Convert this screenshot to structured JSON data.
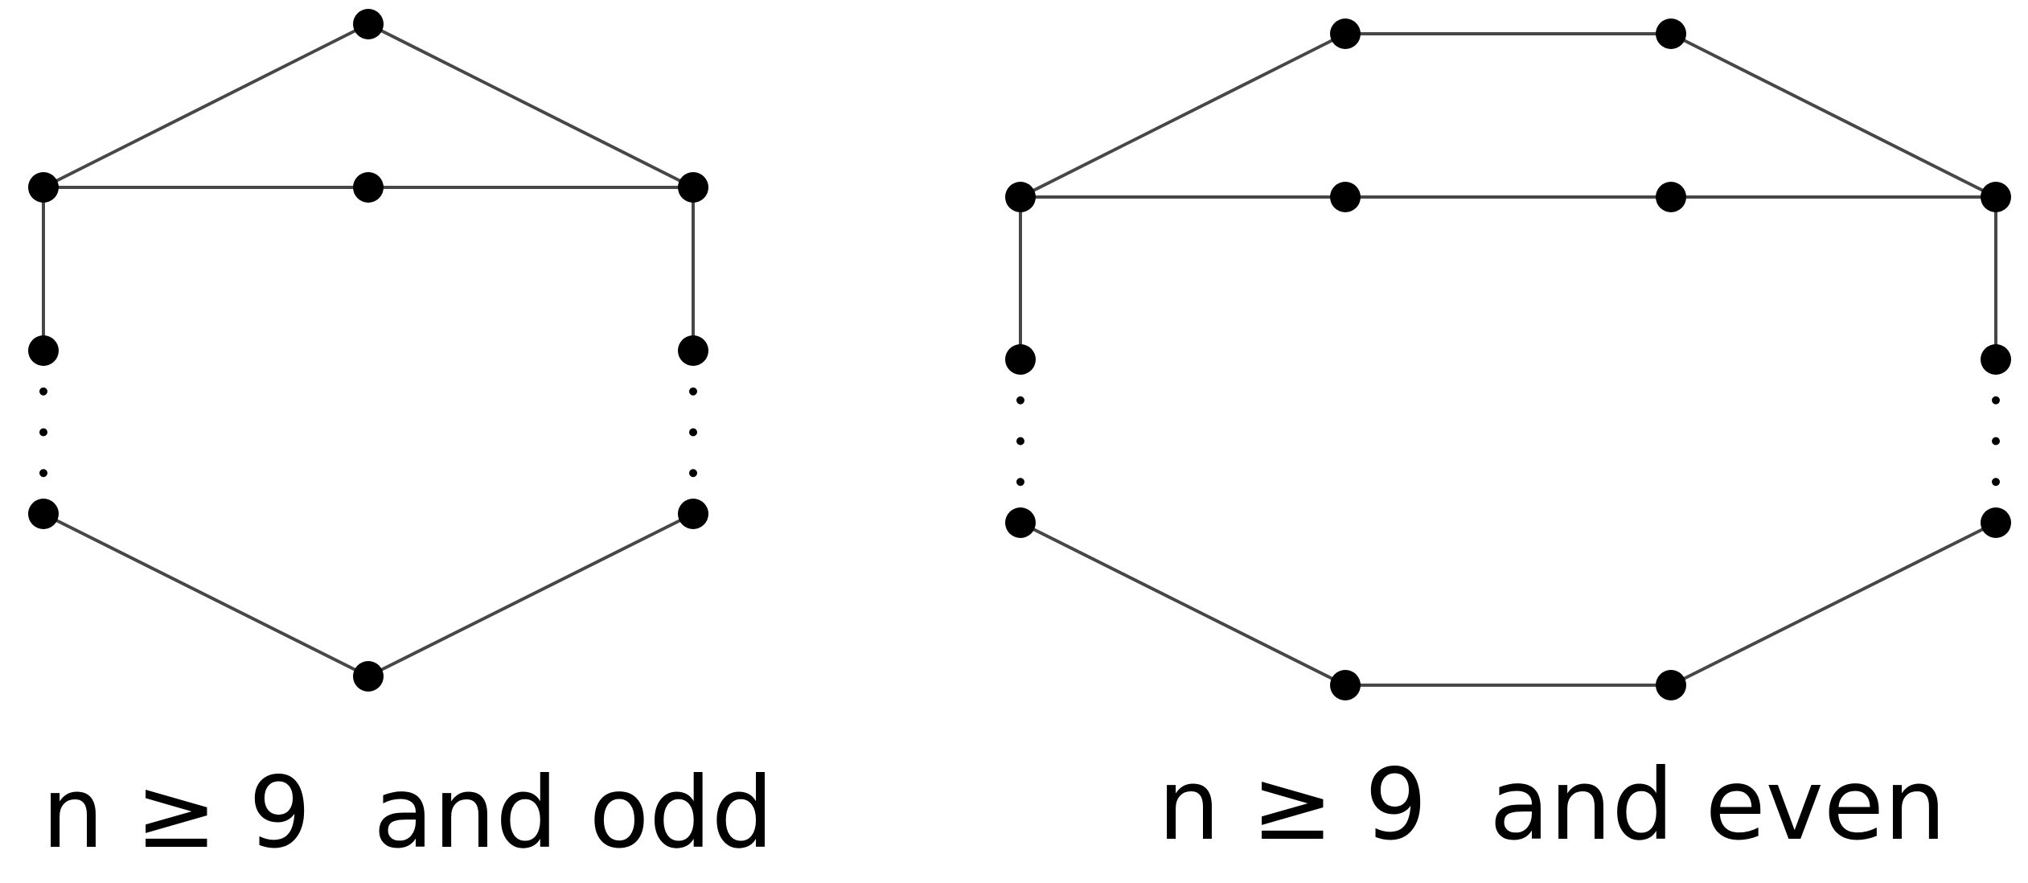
{
  "colors": {
    "edge": "#474747",
    "vertex": "#000000",
    "background": "#ffffff"
  },
  "graphs": [
    {
      "id": "odd",
      "caption": "n ≥ 9  and odd",
      "vertices": [
        "top",
        "upper-left",
        "upper-middle",
        "upper-right",
        "mid-left",
        "mid-right",
        "lower-left",
        "lower-right",
        "bottom"
      ],
      "edges": [
        [
          "top",
          "upper-left"
        ],
        [
          "top",
          "upper-right"
        ],
        [
          "upper-left",
          "upper-middle"
        ],
        [
          "upper-middle",
          "upper-right"
        ],
        [
          "upper-left",
          "mid-left"
        ],
        [
          "upper-right",
          "mid-right"
        ],
        [
          "lower-left",
          "bottom"
        ],
        [
          "lower-right",
          "bottom"
        ]
      ],
      "ellipsis_paths": [
        [
          "mid-left",
          "lower-left"
        ],
        [
          "mid-right",
          "lower-right"
        ]
      ]
    },
    {
      "id": "even",
      "caption": "n ≥ 9  and even",
      "vertices": [
        "top-left",
        "top-right",
        "upper-left",
        "inner-left",
        "inner-right",
        "upper-right",
        "mid-left",
        "mid-right",
        "lower-left",
        "lower-right",
        "bottom-left",
        "bottom-right"
      ],
      "edges": [
        [
          "upper-left",
          "top-left"
        ],
        [
          "top-left",
          "top-right"
        ],
        [
          "top-right",
          "upper-right"
        ],
        [
          "upper-left",
          "inner-left"
        ],
        [
          "inner-left",
          "inner-right"
        ],
        [
          "inner-right",
          "upper-right"
        ],
        [
          "upper-left",
          "mid-left"
        ],
        [
          "upper-right",
          "mid-right"
        ],
        [
          "lower-left",
          "bottom-left"
        ],
        [
          "bottom-left",
          "bottom-right"
        ],
        [
          "bottom-right",
          "lower-right"
        ]
      ],
      "ellipsis_paths": [
        [
          "mid-left",
          "lower-left"
        ],
        [
          "mid-right",
          "lower-right"
        ]
      ]
    }
  ]
}
